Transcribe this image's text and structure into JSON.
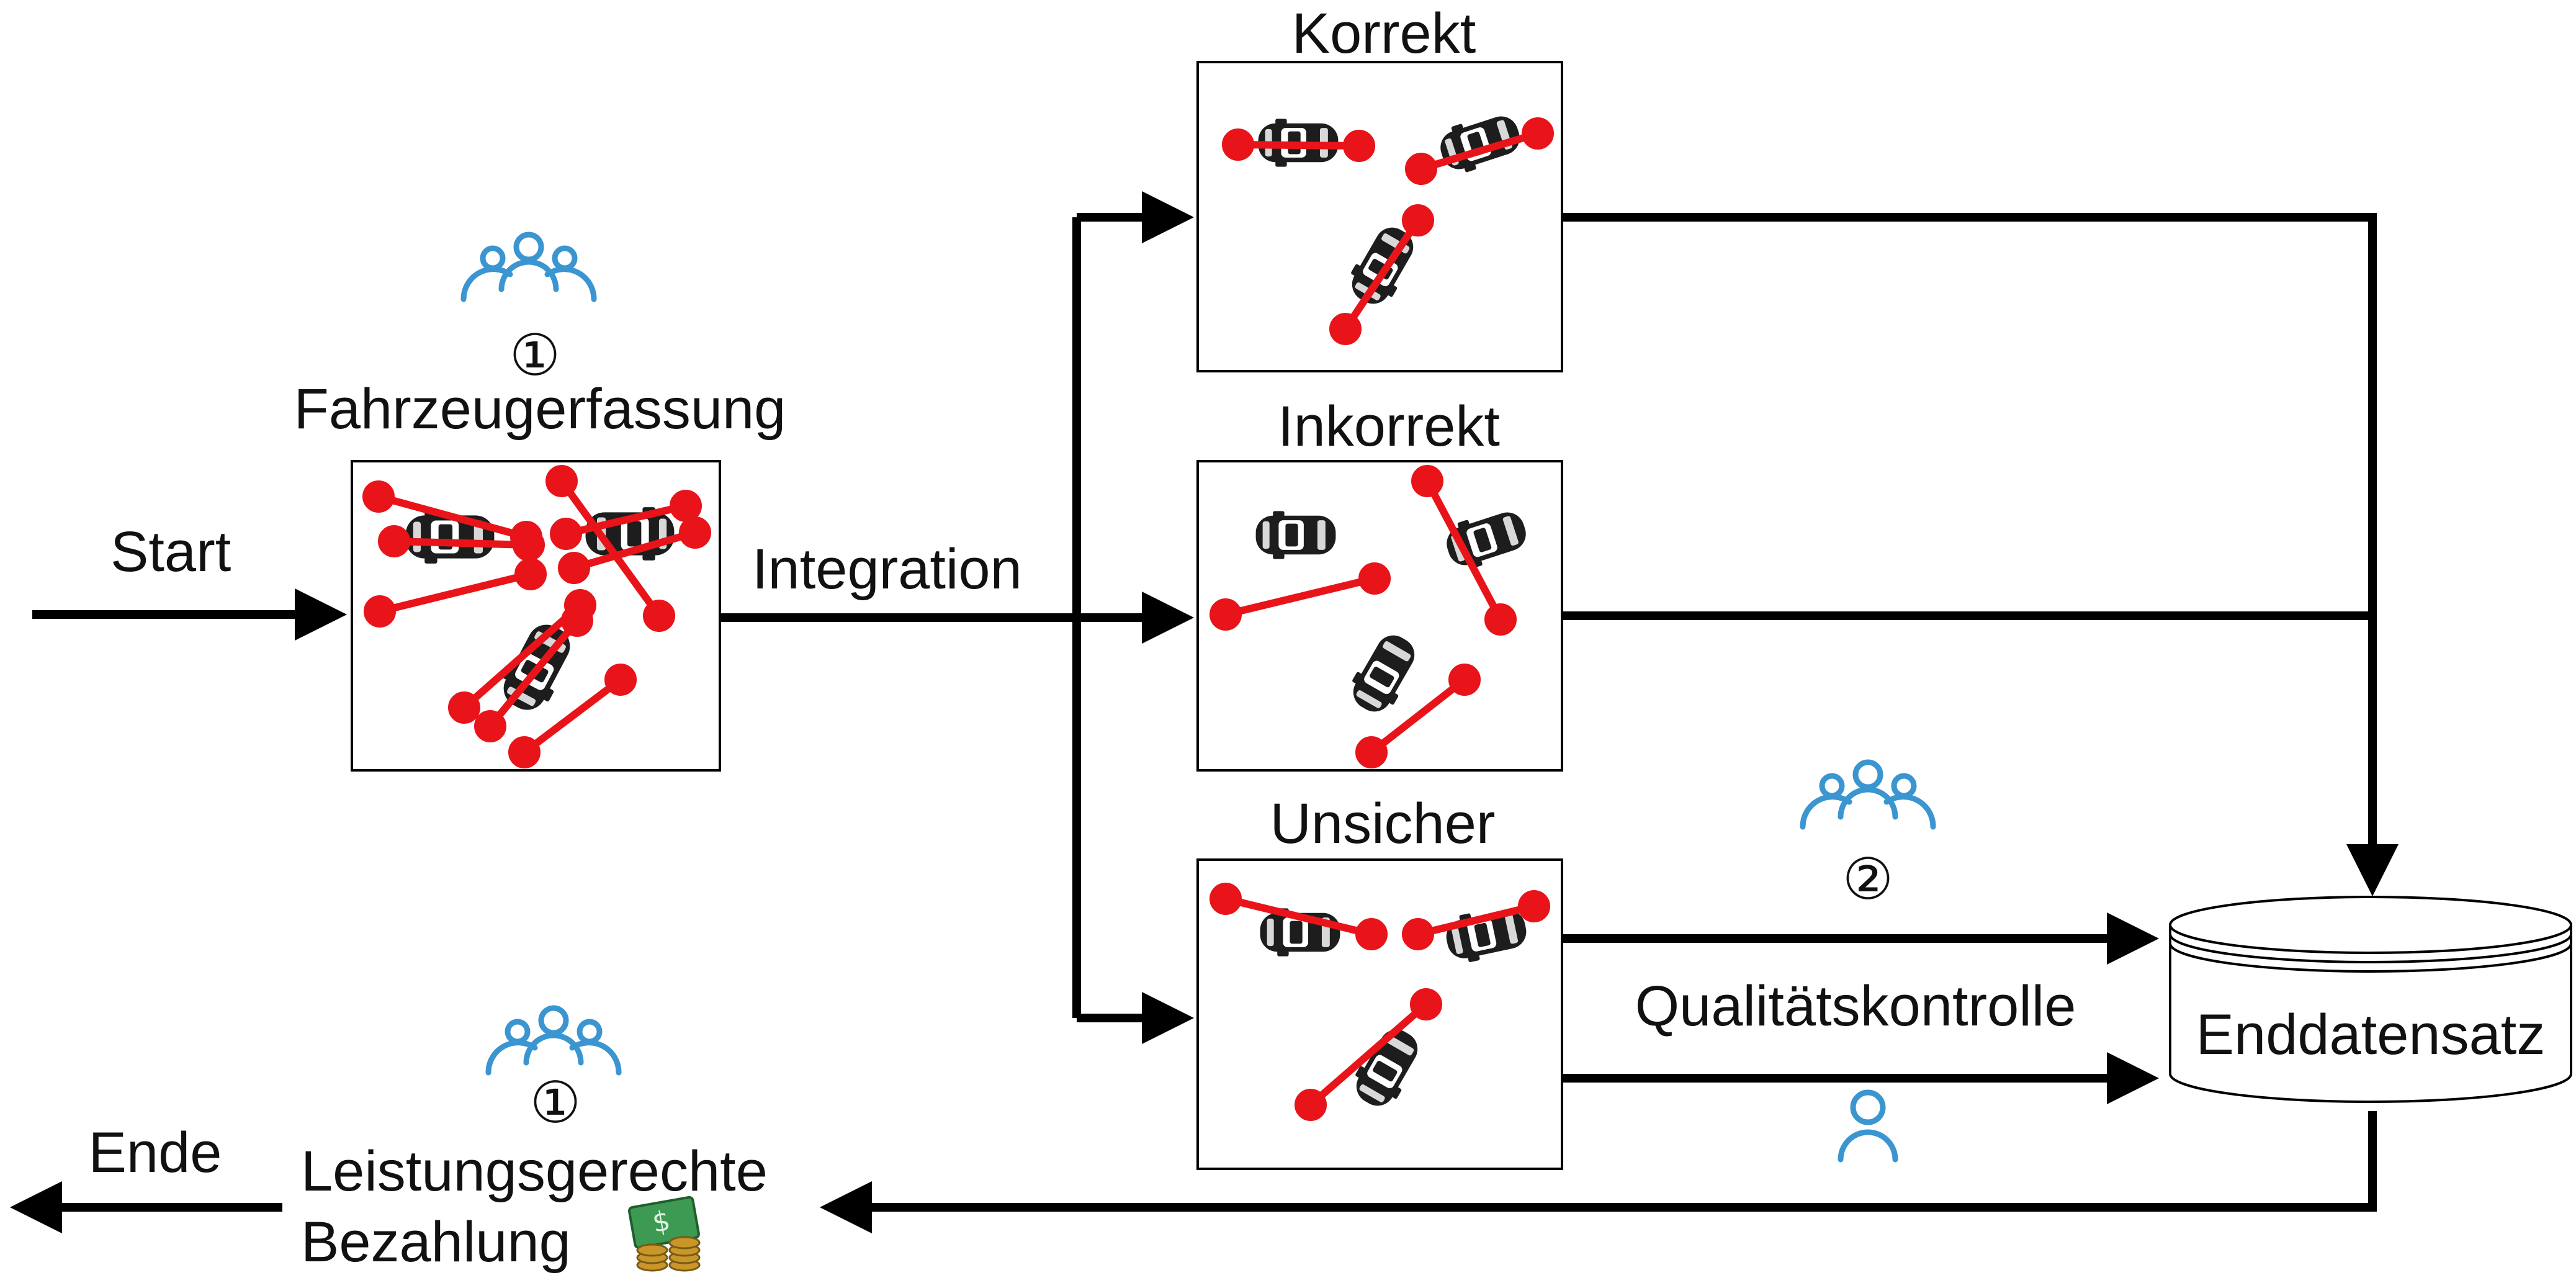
{
  "labels": {
    "start": "Start",
    "fahrzeugerfassung": "Fahrzeugerfassung",
    "integration": "Integration",
    "korrekt": "Korrekt",
    "inkorrekt": "Inkorrekt",
    "unsicher": "Unsicher",
    "qualitaetskontrolle": "Qualitätskontrolle",
    "enddatensatz": "Enddatensatz",
    "ende": "Ende",
    "leistungsgerechte": "Leistungsgerechte",
    "bezahlung": "Bezahlung"
  },
  "markers": {
    "crowd_erfassung": "①",
    "crowd_kontrolle": "②",
    "crowd_bezahlung": "①"
  },
  "icons": {
    "group": "group-icon",
    "person": "person-icon",
    "money": "money-icon",
    "car": "car-icon"
  },
  "colors": {
    "annotation": "#e8141a",
    "icon": "#3a95d0",
    "line": "#000000",
    "money": "#3c9a52",
    "coins": "#c9962a"
  }
}
